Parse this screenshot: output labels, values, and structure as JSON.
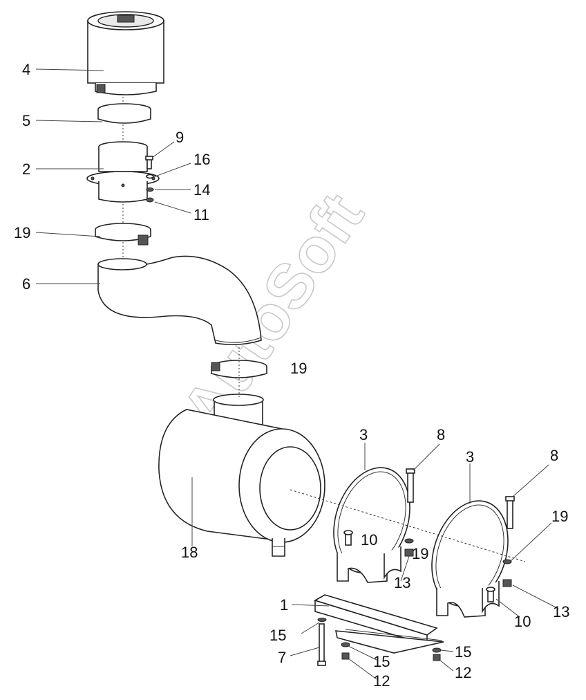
{
  "watermark": "AutoSoft",
  "callouts": {
    "c4": "4",
    "c5": "5",
    "c2": "2",
    "c9": "9",
    "c16": "16",
    "c14": "14",
    "c11": "11",
    "c19a": "19",
    "c6": "6",
    "c19b": "19",
    "c18": "18",
    "c3a": "3",
    "c8a": "8",
    "c3b": "3",
    "c8b": "8",
    "c19c": "19",
    "c10a": "10",
    "c19d": "19",
    "c13a": "13",
    "c13b": "13",
    "c10b": "10",
    "c1": "1",
    "c15a": "15",
    "c7": "7",
    "c15b": "15",
    "c12a": "12",
    "c15c": "15",
    "c12b": "12"
  },
  "colors": {
    "line": "#222222",
    "watermark": "#c8c8c8",
    "fill": "#ffffff"
  }
}
